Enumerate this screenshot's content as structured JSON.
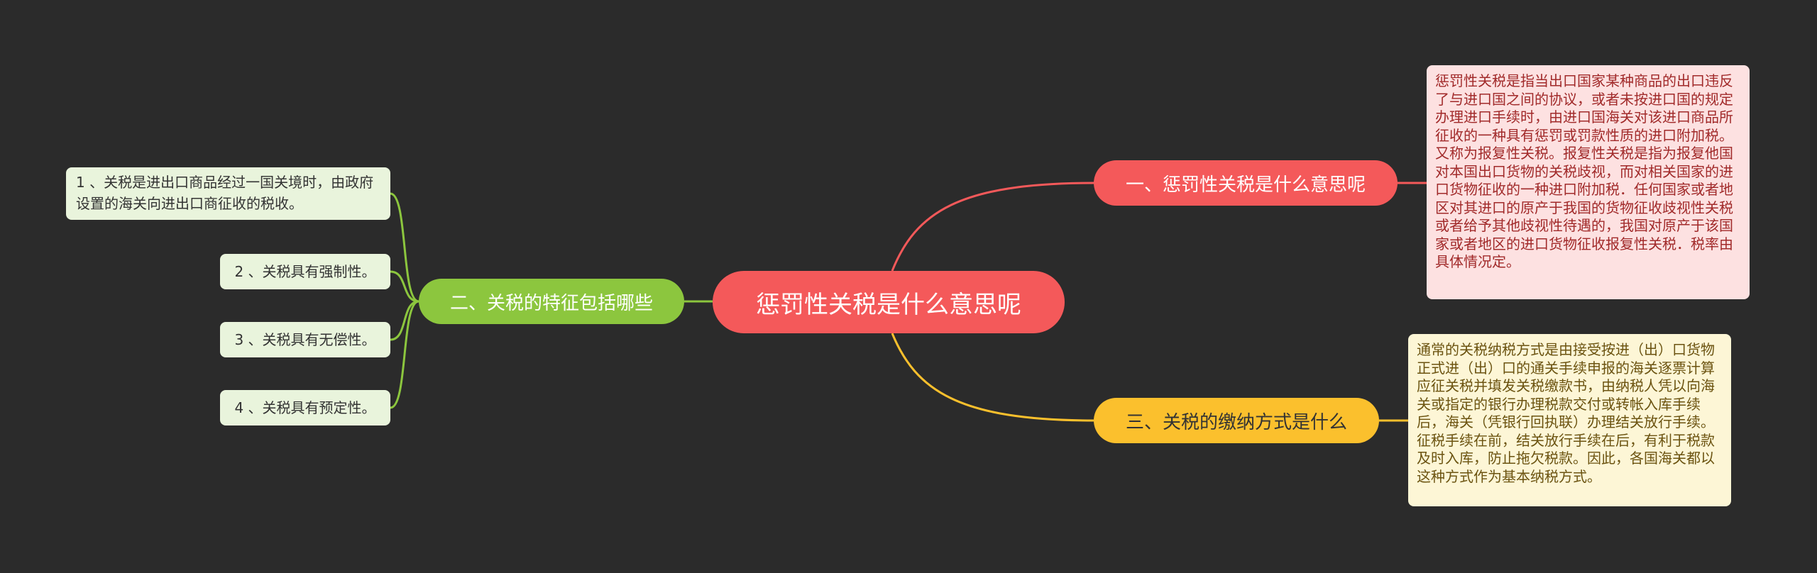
{
  "root": {
    "label": "惩罚性关税是什么意思呢"
  },
  "branches": [
    {
      "label": "一、惩罚性关税是什么意思呢",
      "color": "#f4595a",
      "detail": "惩罚性关税是指当出口国家某种商品的出口违反了与进口国之间的协议，或者未按进口国的规定办理进口手续时，由进口国海关对该进口商品所征收的一种具有惩罚或罚款性质的进口附加税。又称为报复性关税。报复性关税是指为报复他国对本国出口货物的关税歧视，而对相关国家的进口货物征收的一种进口附加税．任何国家或者地区对其进口的原产于我国的货物征收歧视性关税或者给予其他歧视性待遇的，我国对原产于该国家或者地区的进口货物征收报复性关税．税率由具体情况定。"
    },
    {
      "label": "二、关税的特征包括哪些",
      "color": "#8cc63e",
      "items": [
        " 1 、关税是进出口商品经过一国关境时，由政府设置的海关向进出口商征收的税收。",
        "2 、关税具有强制性。",
        "3 、关税具有无偿性。",
        "4 、关税具有预定性。"
      ]
    },
    {
      "label": "三、关税的缴纳方式是什么",
      "color": "#fbc02d",
      "detail": "通常的关税纳税方式是由接受按进（出）口货物正式进（出）口的通关手续申报的海关逐票计算应征关税并填发关税缴款书，由纳税人凭以向海关或指定的银行办理税款交付或转帐入库手续后，海关（凭银行回执联）办理结关放行手续。征税手续在前，结关放行手续在后，有利于税款及时入库，防止拖欠税款。因此，各国海关都以这种方式作为基本纳税方式。"
    }
  ]
}
